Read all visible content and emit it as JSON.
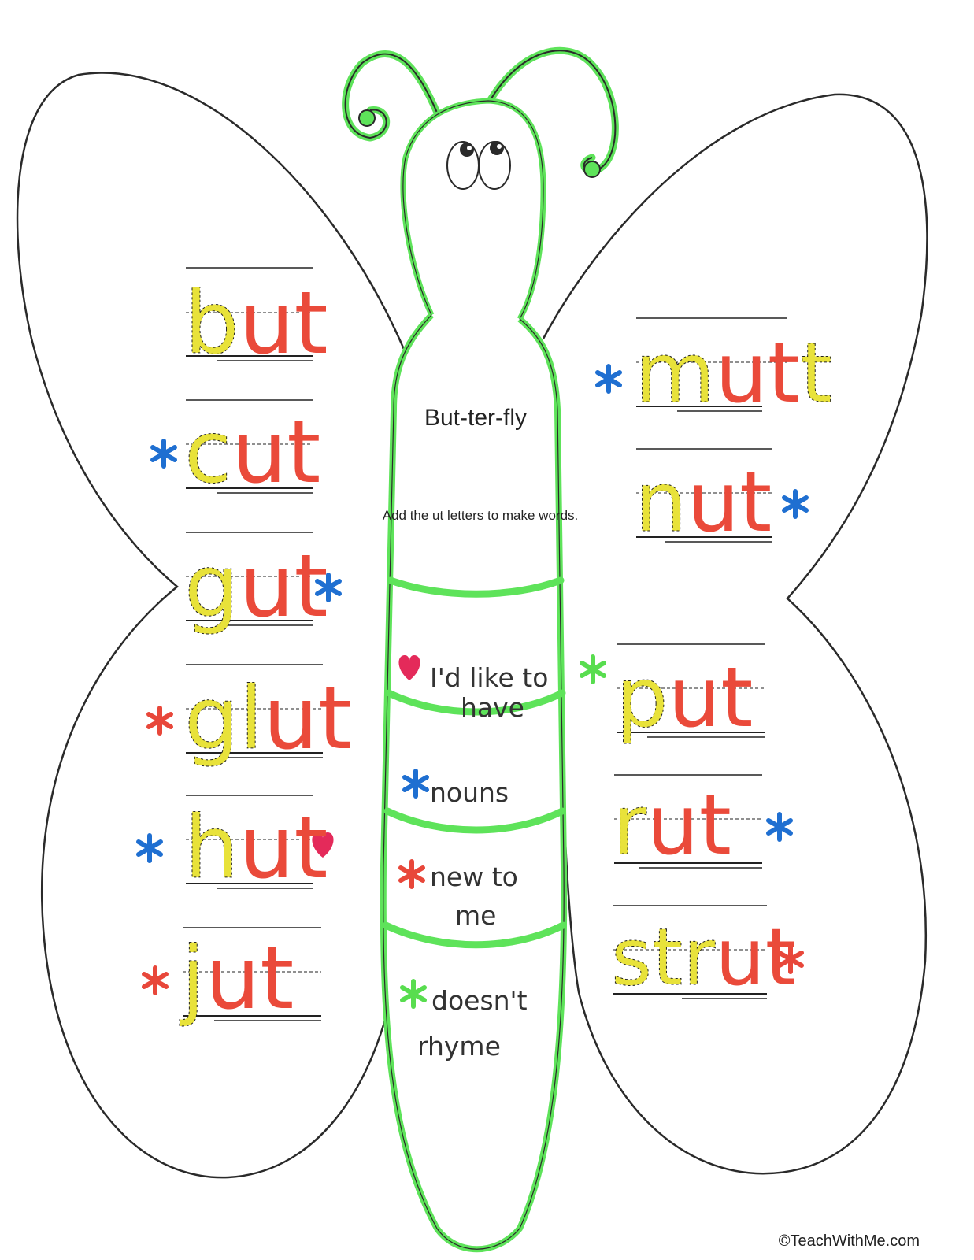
{
  "colors": {
    "outline": "#2a2a2a",
    "body_green": "#5ee35a",
    "letter_red": "#ea4a3a",
    "letter_yellow": "#e8e23a",
    "star_blue": "#1f6fd1",
    "star_red": "#e8473a",
    "star_green": "#58dd4f",
    "heart": "#e42a5a"
  },
  "body": {
    "title": "But-ter-fly",
    "instruction": "Add the ut letters to make words."
  },
  "legend": [
    {
      "marker": "heart-icon",
      "text_line1": "I'd like to",
      "text_line2": "have"
    },
    {
      "marker": "blue-asterisk-icon",
      "text_line1": "nouns",
      "text_line2": ""
    },
    {
      "marker": "red-asterisk-icon",
      "text_line1": "new to",
      "text_line2": "me"
    },
    {
      "marker": "green-asterisk-icon",
      "text_line1": "doesn't",
      "text_line2": "rhyme"
    }
  ],
  "left_words": [
    {
      "onset": "b",
      "rime": "ut",
      "marker": ""
    },
    {
      "onset": "c",
      "rime": "ut",
      "marker": "blue-asterisk-icon"
    },
    {
      "onset": "g",
      "rime": "ut",
      "marker": "blue-asterisk-icon"
    },
    {
      "onset": "gl",
      "rime": "ut",
      "marker": "red-asterisk-icon"
    },
    {
      "onset": "h",
      "rime": "ut",
      "marker": "blue-asterisk-icon heart-icon"
    },
    {
      "onset": "j",
      "rime": "ut",
      "marker": "red-asterisk-icon"
    }
  ],
  "right_words": [
    {
      "onset": "m",
      "rime": "ut",
      "extra": "t",
      "marker": "blue-asterisk-icon"
    },
    {
      "onset": "n",
      "rime": "ut",
      "marker": "blue-asterisk-icon"
    },
    {
      "onset": "p",
      "rime": "ut",
      "marker": "green-asterisk-icon"
    },
    {
      "onset": "r",
      "rime": "ut",
      "marker": "blue-asterisk-icon"
    },
    {
      "onset": "str",
      "rime": "ut",
      "marker": "red-asterisk-icon"
    }
  ],
  "footer": {
    "copyright": "©TeachWithMe.com"
  }
}
